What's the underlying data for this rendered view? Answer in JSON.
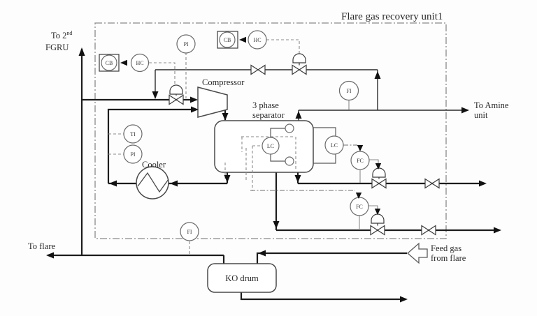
{
  "title": "Flare gas recovery unit1",
  "labels": {
    "to_2nd_fgru_base": "To 2",
    "to_2nd_fgru_sup": "nd",
    "to_2nd_fgru_line2": "FGRU",
    "compressor": "Compressor",
    "separator_line1": "3 phase",
    "separator_line2": "separator",
    "cooler": "Cooler",
    "to_amine_line1": "To Amine",
    "to_amine_line2": "unit",
    "to_flare": "To flare",
    "feed_gas_line1": "Feed gas",
    "feed_gas_line2": "from flare",
    "ko_drum": "KO drum"
  },
  "instruments": {
    "cb_left": "CB",
    "hc_left": "HC",
    "pi_top": "PI",
    "cb_top": "CB",
    "hc_top": "HC",
    "fi_top": "FI",
    "ti_recycle": "TI",
    "pi_recycle": "PI",
    "lc_internal": "LC",
    "lc_right": "LC",
    "fc_upper": "FC",
    "fc_lower": "FC",
    "fi_flare": "FI"
  }
}
